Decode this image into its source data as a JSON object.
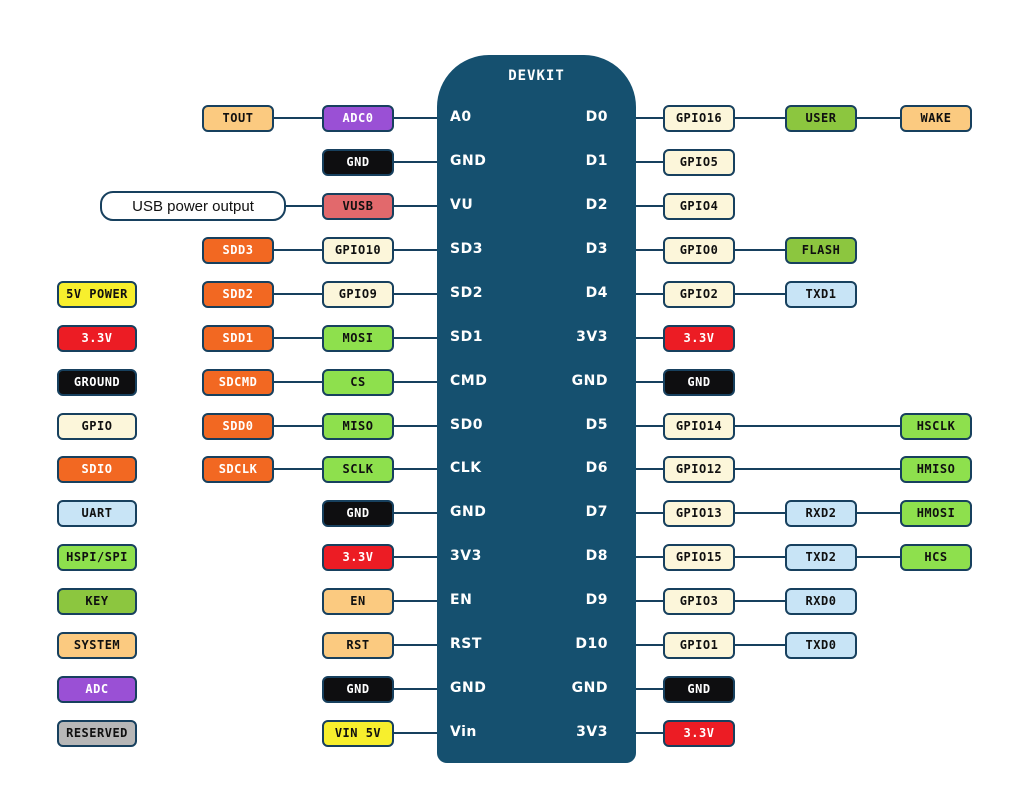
{
  "board": {
    "title": "DEVKIT"
  },
  "types": {
    "power5v": {
      "bg": "#f7ef2d",
      "fg": "#101010"
    },
    "power33": {
      "bg": "#ec1c24",
      "fg": "#ffffff"
    },
    "ground": {
      "bg": "#0e0e10",
      "fg": "#ffffff"
    },
    "gpio": {
      "bg": "#fcf6da",
      "fg": "#101010"
    },
    "sdio": {
      "bg": "#f26822",
      "fg": "#ffffff"
    },
    "uart": {
      "bg": "#c8e4f6",
      "fg": "#101010"
    },
    "hspi": {
      "bg": "#8ee04d",
      "fg": "#101010"
    },
    "key": {
      "bg": "#8cc63f",
      "fg": "#101010"
    },
    "system": {
      "bg": "#fbca80",
      "fg": "#101010"
    },
    "adc": {
      "bg": "#9a50d5",
      "fg": "#ffffff"
    },
    "reserved": {
      "bg": "#b7b7b7",
      "fg": "#101010"
    },
    "vusb": {
      "bg": "#e2696c",
      "fg": "#101010"
    },
    "callout": {
      "bg": "#ffffff",
      "fg": "#101010"
    }
  },
  "legend": [
    {
      "label": "5V POWER",
      "type": "power5v"
    },
    {
      "label": "3.3V",
      "type": "power33"
    },
    {
      "label": "GROUND",
      "type": "ground"
    },
    {
      "label": "GPIO",
      "type": "gpio"
    },
    {
      "label": "SDIO",
      "type": "sdio"
    },
    {
      "label": "UART",
      "type": "uart"
    },
    {
      "label": "HSPI/SPI",
      "type": "hspi"
    },
    {
      "label": "KEY",
      "type": "key"
    },
    {
      "label": "SYSTEM",
      "type": "system"
    },
    {
      "label": "ADC",
      "type": "adc"
    },
    {
      "label": "RESERVED",
      "type": "reserved"
    }
  ],
  "left_rows": [
    {
      "pin": "A0",
      "boxes": [
        {
          "label": "TOUT",
          "type": "system",
          "col": "1"
        },
        {
          "label": "ADC0",
          "type": "adc",
          "col": "0"
        }
      ]
    },
    {
      "pin": "GND",
      "boxes": [
        {
          "label": "GND",
          "type": "ground",
          "col": "0"
        }
      ]
    },
    {
      "pin": "VU",
      "boxes": [
        {
          "label": "USB power output",
          "type": "callout",
          "col": "callout"
        },
        {
          "label": "VUSB",
          "type": "vusb",
          "col": "0"
        }
      ]
    },
    {
      "pin": "SD3",
      "boxes": [
        {
          "label": "SDD3",
          "type": "sdio",
          "col": "1"
        },
        {
          "label": "GPIO10",
          "type": "gpio",
          "col": "0"
        }
      ]
    },
    {
      "pin": "SD2",
      "boxes": [
        {
          "label": "SDD2",
          "type": "sdio",
          "col": "1"
        },
        {
          "label": "GPIO9",
          "type": "gpio",
          "col": "0"
        }
      ]
    },
    {
      "pin": "SD1",
      "boxes": [
        {
          "label": "SDD1",
          "type": "sdio",
          "col": "1"
        },
        {
          "label": "MOSI",
          "type": "hspi",
          "col": "0"
        }
      ]
    },
    {
      "pin": "CMD",
      "boxes": [
        {
          "label": "SDCMD",
          "type": "sdio",
          "col": "1"
        },
        {
          "label": "CS",
          "type": "hspi",
          "col": "0"
        }
      ]
    },
    {
      "pin": "SD0",
      "boxes": [
        {
          "label": "SDD0",
          "type": "sdio",
          "col": "1"
        },
        {
          "label": "MISO",
          "type": "hspi",
          "col": "0"
        }
      ]
    },
    {
      "pin": "CLK",
      "boxes": [
        {
          "label": "SDCLK",
          "type": "sdio",
          "col": "1"
        },
        {
          "label": "SCLK",
          "type": "hspi",
          "col": "0"
        }
      ]
    },
    {
      "pin": "GND",
      "boxes": [
        {
          "label": "GND",
          "type": "ground",
          "col": "0"
        }
      ]
    },
    {
      "pin": "3V3",
      "boxes": [
        {
          "label": "3.3V",
          "type": "power33",
          "col": "0"
        }
      ]
    },
    {
      "pin": "EN",
      "boxes": [
        {
          "label": "EN",
          "type": "system",
          "col": "0"
        }
      ]
    },
    {
      "pin": "RST",
      "boxes": [
        {
          "label": "RST",
          "type": "system",
          "col": "0"
        }
      ]
    },
    {
      "pin": "GND",
      "boxes": [
        {
          "label": "GND",
          "type": "ground",
          "col": "0"
        }
      ]
    },
    {
      "pin": "Vin",
      "boxes": [
        {
          "label": "VIN 5V",
          "type": "power5v",
          "col": "0"
        }
      ]
    }
  ],
  "right_rows": [
    {
      "pin": "D0",
      "boxes": [
        {
          "label": "GPIO16",
          "type": "gpio",
          "col": "0"
        },
        {
          "label": "USER",
          "type": "key",
          "col": "1"
        },
        {
          "label": "WAKE",
          "type": "system",
          "col": "2"
        }
      ]
    },
    {
      "pin": "D1",
      "boxes": [
        {
          "label": "GPIO5",
          "type": "gpio",
          "col": "0"
        }
      ]
    },
    {
      "pin": "D2",
      "boxes": [
        {
          "label": "GPIO4",
          "type": "gpio",
          "col": "0"
        }
      ]
    },
    {
      "pin": "D3",
      "boxes": [
        {
          "label": "GPIO0",
          "type": "gpio",
          "col": "0"
        },
        {
          "label": "FLASH",
          "type": "key",
          "col": "1"
        }
      ]
    },
    {
      "pin": "D4",
      "boxes": [
        {
          "label": "GPIO2",
          "type": "gpio",
          "col": "0"
        },
        {
          "label": "TXD1",
          "type": "uart",
          "col": "1"
        }
      ]
    },
    {
      "pin": "3V3",
      "boxes": [
        {
          "label": "3.3V",
          "type": "power33",
          "col": "0"
        }
      ]
    },
    {
      "pin": "GND",
      "boxes": [
        {
          "label": "GND",
          "type": "ground",
          "col": "0"
        }
      ]
    },
    {
      "pin": "D5",
      "boxes": [
        {
          "label": "GPIO14",
          "type": "gpio",
          "col": "0"
        },
        {
          "label": "HSCLK",
          "type": "hspi",
          "col": "2"
        }
      ]
    },
    {
      "pin": "D6",
      "boxes": [
        {
          "label": "GPIO12",
          "type": "gpio",
          "col": "0"
        },
        {
          "label": "HMISO",
          "type": "hspi",
          "col": "2"
        }
      ]
    },
    {
      "pin": "D7",
      "boxes": [
        {
          "label": "GPIO13",
          "type": "gpio",
          "col": "0"
        },
        {
          "label": "RXD2",
          "type": "uart",
          "col": "1"
        },
        {
          "label": "HMOSI",
          "type": "hspi",
          "col": "2"
        }
      ]
    },
    {
      "pin": "D8",
      "boxes": [
        {
          "label": "GPIO15",
          "type": "gpio",
          "col": "0"
        },
        {
          "label": "TXD2",
          "type": "uart",
          "col": "1"
        },
        {
          "label": "HCS",
          "type": "hspi",
          "col": "2"
        }
      ]
    },
    {
      "pin": "D9",
      "boxes": [
        {
          "label": "GPIO3",
          "type": "gpio",
          "col": "0"
        },
        {
          "label": "RXD0",
          "type": "uart",
          "col": "1"
        }
      ]
    },
    {
      "pin": "D10",
      "boxes": [
        {
          "label": "GPIO1",
          "type": "gpio",
          "col": "0"
        },
        {
          "label": "TXD0",
          "type": "uart",
          "col": "1"
        }
      ]
    },
    {
      "pin": "GND",
      "boxes": [
        {
          "label": "GND",
          "type": "ground",
          "col": "0"
        }
      ]
    },
    {
      "pin": "3V3",
      "boxes": [
        {
          "label": "3.3V",
          "type": "power33",
          "col": "0"
        }
      ]
    }
  ]
}
